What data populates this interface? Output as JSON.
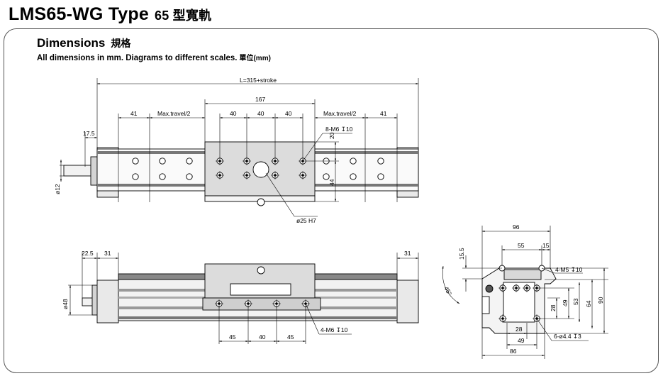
{
  "header": {
    "title": "LMS65-WG Type",
    "title_cn": "65 型寬軌",
    "subtitle": "Dimensions",
    "subtitle_cn": "規格",
    "note": "All dimensions in mm. Diagrams to different scales.",
    "note_cn": "單位(mm)"
  },
  "top_view": {
    "length": "L=315+stroke",
    "d167": "167",
    "d41_left": "41",
    "maxtravel_left": "Max.travel/2",
    "d40_a": "40",
    "d40_b": "40",
    "d40_c": "40",
    "maxtravel_right": "Max.travel/2",
    "d41_right": "41",
    "d17_5": "17.5",
    "holes": "8-M6 ↧10",
    "d20": "20",
    "d44": "44",
    "phi12": "ø12",
    "phi25": "ø25 H7"
  },
  "front_view": {
    "d22_5": "22.5",
    "d31_left": "31",
    "d31_right": "31",
    "phi48": "ø48",
    "d45_a": "45",
    "d40": "40",
    "d45_b": "45",
    "holes": "4-M6 ↧10"
  },
  "side_view": {
    "d96": "96",
    "d55": "55",
    "d15": "15",
    "d15_5": "15.5",
    "angle": "45°",
    "m5": "4-M5 ↧10",
    "d28_v": "28",
    "d49_v": "49",
    "d53": "53",
    "d64": "64",
    "d90": "90",
    "d28_h": "28",
    "d49_h": "49",
    "d86": "86",
    "holes": "6-ø4.4 ↧3"
  }
}
